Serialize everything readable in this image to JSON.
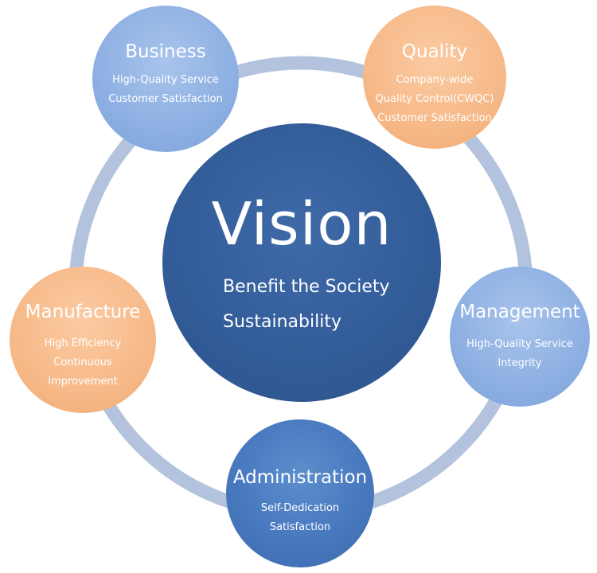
{
  "center": {
    "title": "Vision",
    "lines": [
      "Benefit the Society",
      "Sustainability"
    ]
  },
  "nodes": [
    {
      "key": "business",
      "title": "Business",
      "lines": [
        "High-Quality Service",
        "Customer Satisfaction"
      ]
    },
    {
      "key": "quality",
      "title": "Quality",
      "lines": [
        "Company-wide",
        "Quality Control(CWQC)",
        "Customer Satisfaction"
      ]
    },
    {
      "key": "management",
      "title": "Management",
      "lines": [
        "High-Quality Service",
        "Integrity"
      ]
    },
    {
      "key": "administration",
      "title": "Administration",
      "lines": [
        "Self-Dedication",
        "Satisfaction"
      ]
    },
    {
      "key": "manufacture",
      "title": "Manufacture",
      "lines": [
        "High Efficiency",
        "Continuous",
        "Improvement"
      ]
    }
  ],
  "colors": {
    "center": "#325c98",
    "blue_light": "#8fb1e3",
    "orange": "#f7bb8b",
    "blue_mid": "#4878be",
    "ring": "#b3c3de"
  }
}
